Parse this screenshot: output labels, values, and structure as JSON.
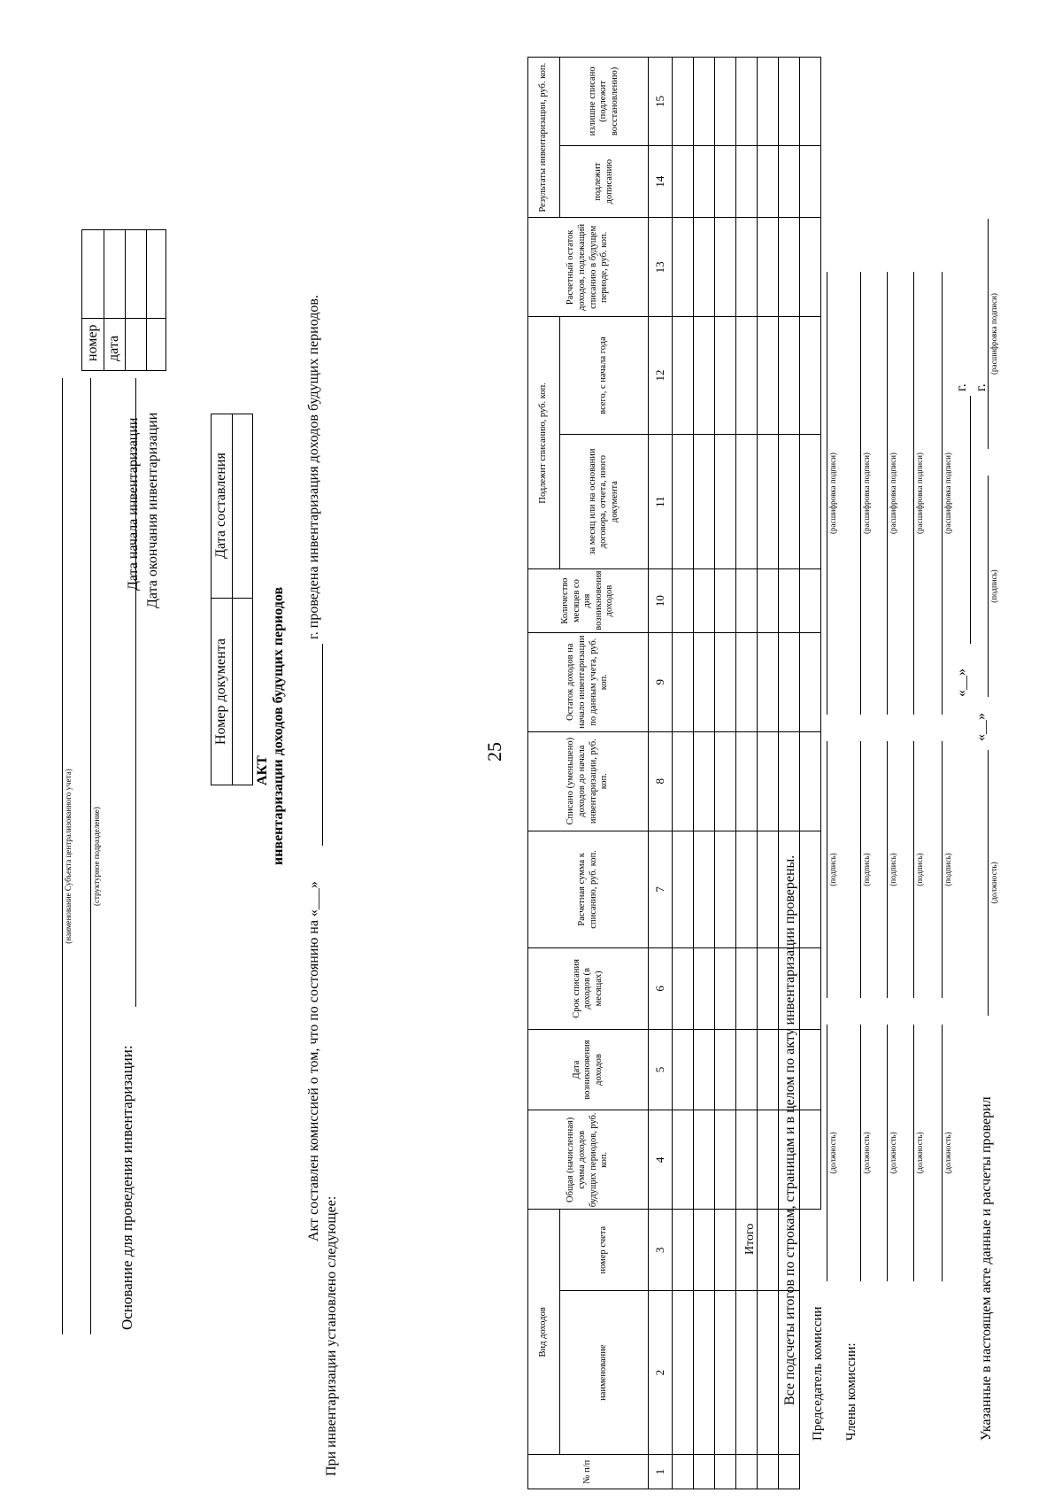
{
  "page_number": "25",
  "header": {
    "org_caption": "(наименование Субъекта централизованного учета)",
    "unit_caption": "(структурное подразделение)",
    "basis_label": "Основание для проведения инвентаризации:",
    "box_number_label": "номер",
    "box_date_label": "дата",
    "start_date_label": "Дата начала инвентаризации",
    "end_date_label": "Дата окончания инвентаризации"
  },
  "doc_box": {
    "col1": "Номер документа",
    "col2": "Дата составления"
  },
  "title": {
    "line1": "АКТ",
    "line2": "инвентаризации доходов будущих периодов"
  },
  "intro": {
    "line1_start": "Акт составлен комиссией о том, что по состоянию на «___»",
    "line1_end": "г. проведена инвентаризация доходов будущих периодов.",
    "line2": "При инвентаризации установлено следующее:"
  },
  "table": {
    "h_no": "№ п/п",
    "h_vid": "Вид доходов",
    "h_name": "наименование",
    "h_acct": "номер счета",
    "h4": "Общая (начисленная) сумма доходов будущих периодов, руб. коп.",
    "h5": "Дата возникновения доходов",
    "h6": "Срок списания доходов (в месяцах)",
    "h7": "Расчетная сумма к списанию, руб. коп.",
    "h8": "Списано (уменьшено) доходов до начала инвентаризации, руб. коп.",
    "h9": "Остаток доходов на начало инвентаризации по данным учета, руб. коп.",
    "h10": "Количество месяцев со дня возникновения доходов",
    "h_sub": "Подлежит списанию, руб. коп.",
    "h11": "за месяц или на основании договора, отчета, иного документа",
    "h12": "всего, с начала года",
    "h13": "Расчетный остаток доходов, подлежащий списанию в будущем периоде, руб. коп.",
    "h_res": "Результаты инвентаризации, руб. коп.",
    "h14": "подлежит дописанию",
    "h15": "излишне списано (подлежит восстановлению)",
    "nums": [
      "1",
      "2",
      "3",
      "4",
      "5",
      "6",
      "7",
      "8",
      "9",
      "10",
      "11",
      "12",
      "13",
      "14",
      "15"
    ],
    "total_label": "Итого"
  },
  "footer": {
    "check_text": "Все подсчеты итогов по строкам, страницам и в целом по акту инвентаризации проверены.",
    "chair_label": "Председатель комиссии",
    "members_label": "Члены комиссии:",
    "cap_position": "(должность)",
    "cap_signature": "(подпись)",
    "cap_decoding": "(расшифровка подписи)",
    "verified_label": "Указанные в настоящем акте данные и расчеты проверил",
    "date_quote": "«__»",
    "year_suffix": "г."
  }
}
